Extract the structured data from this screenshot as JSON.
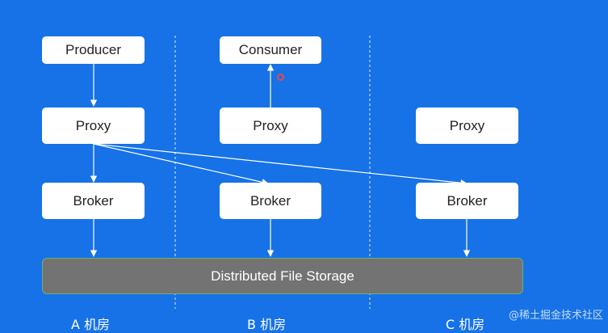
{
  "nodes": {
    "producer": "Producer",
    "consumer": "Consumer",
    "proxy_a": "Proxy",
    "proxy_b": "Proxy",
    "proxy_c": "Proxy",
    "broker_a": "Broker",
    "broker_b": "Broker",
    "broker_c": "Broker",
    "storage": "Distributed File Storage"
  },
  "rooms": {
    "a": "A 机房",
    "b": "B 机房",
    "c": "C 机房"
  },
  "watermark": "@稀土掘金技术社区",
  "colors": {
    "background": "#1672e6",
    "node": "#ffffff",
    "storage": "#737373",
    "storage_border": "#6fb06a",
    "edge": "#ffffff",
    "cursor": "#e64a4a"
  }
}
